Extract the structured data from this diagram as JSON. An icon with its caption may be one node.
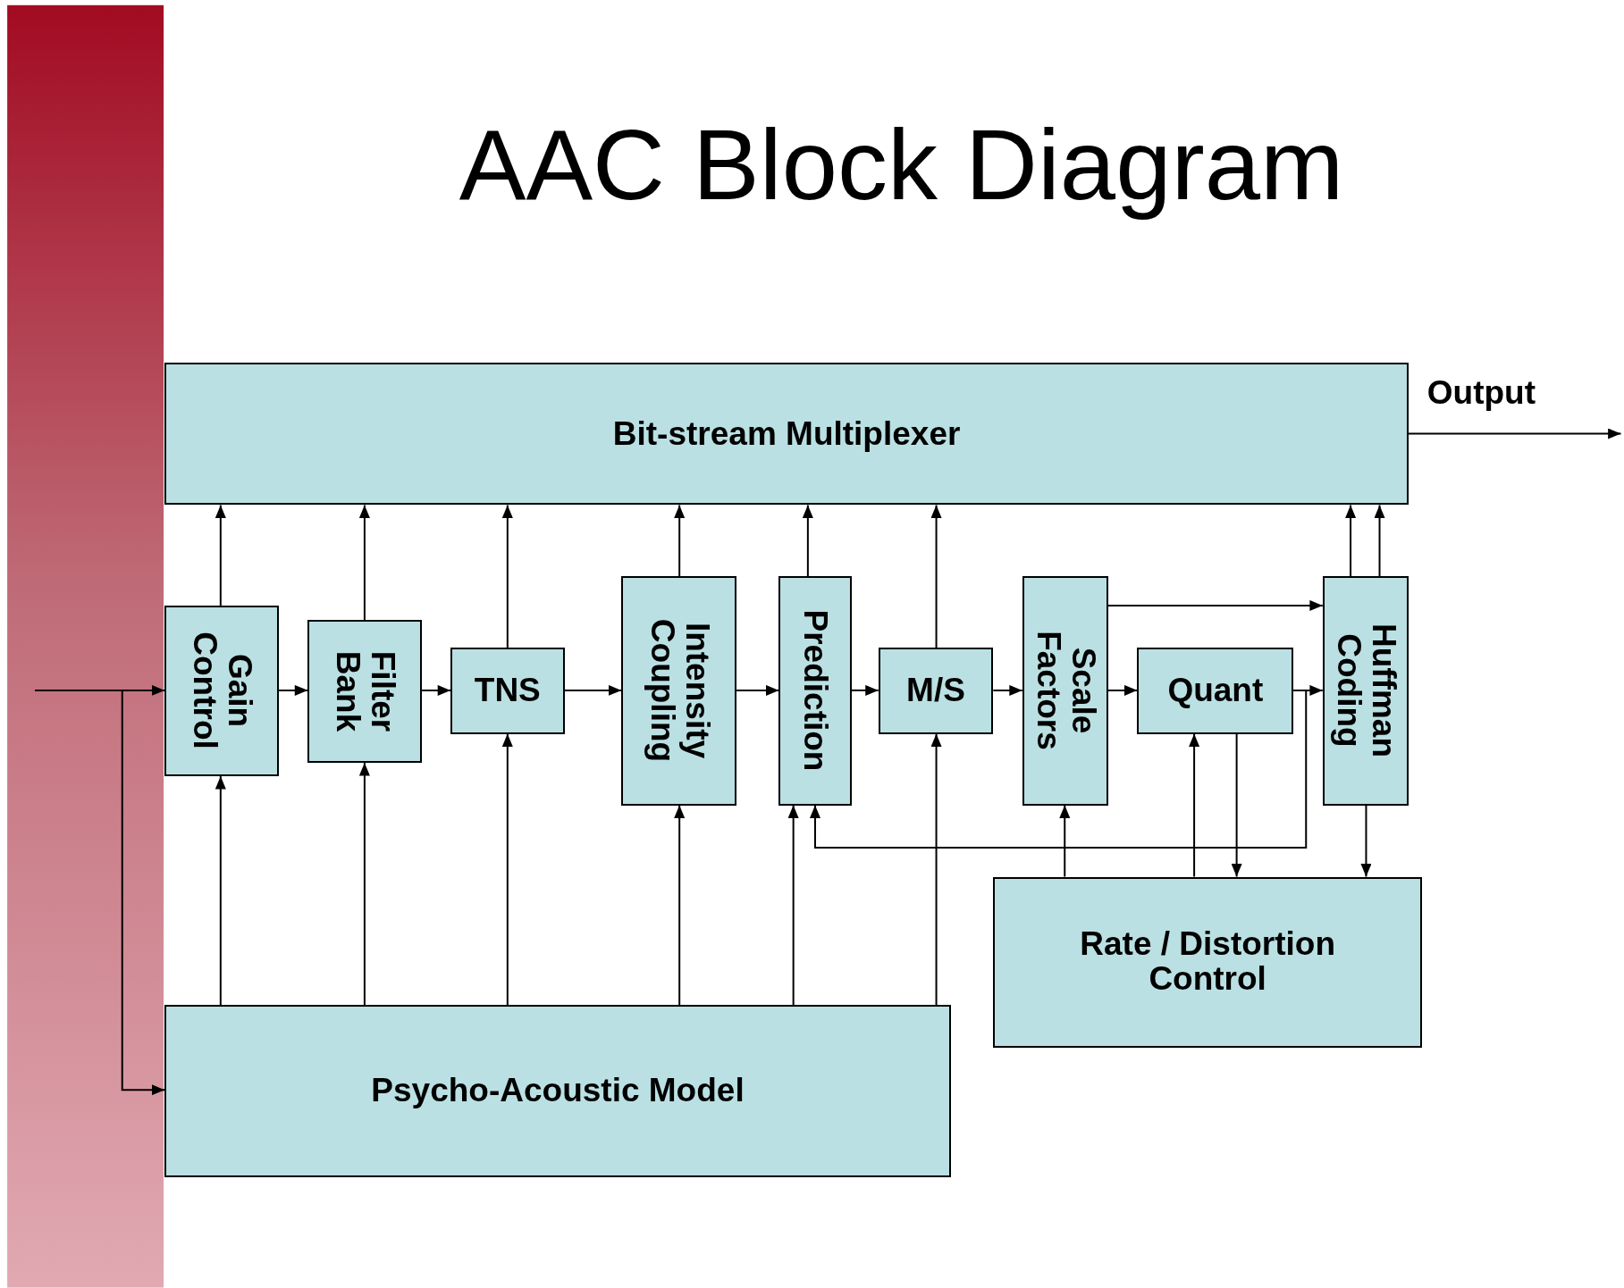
{
  "diagram": {
    "title": "AAC Block Diagram",
    "nodes": [
      {
        "text": [
          "Bit-stream Multiplexer"
        ]
      },
      {
        "text": [
          "Gain Control"
        ]
      },
      {
        "text": [
          "Filter Bank"
        ]
      },
      {
        "text": [
          "TNS"
        ]
      },
      {
        "text": [
          "Intensity Coupling"
        ]
      },
      {
        "text": [
          "Prediction"
        ]
      },
      {
        "text": [
          "M/S"
        ]
      },
      {
        "text": [
          "Scale Factors"
        ]
      },
      {
        "text": [
          "Quant"
        ]
      },
      {
        "text": [
          "Huffman Coding"
        ]
      },
      {
        "text": [
          "Rate / Distortion Control"
        ]
      },
      {
        "text": [
          "Psycho-Acoustic Model"
        ]
      }
    ],
    "edges": [
      {
        "from": 1,
        "to": 0,
        "arrow": "to"
      },
      {
        "from": 2,
        "to": 0,
        "arrow": "to"
      },
      {
        "from": 3,
        "to": 0,
        "arrow": "to"
      },
      {
        "from": 4,
        "to": 0,
        "arrow": "to"
      },
      {
        "from": 5,
        "to": 0,
        "arrow": "to"
      },
      {
        "from": 6,
        "to": 0,
        "arrow": "to"
      },
      {
        "from": 9,
        "to": 0,
        "arrow": "to"
      },
      {
        "from": 9,
        "to": 0,
        "arrow": "to"
      },
      {
        "from": 1,
        "to": 2,
        "arrow": "to"
      },
      {
        "from": 2,
        "to": 3,
        "arrow": "to"
      },
      {
        "from": 3,
        "to": 4,
        "arrow": "to"
      },
      {
        "from": 4,
        "to": 5,
        "arrow": "to"
      },
      {
        "from": 5,
        "to": 6,
        "arrow": "to"
      },
      {
        "from": 6,
        "to": 7,
        "arrow": "to"
      },
      {
        "from": 7,
        "to": 8,
        "arrow": "to"
      },
      {
        "from": 8,
        "to": 9,
        "arrow": "to"
      },
      {
        "from": 7,
        "to": 9,
        "arrow": "to"
      },
      {
        "from": 8,
        "to": 5,
        "arrow": "to"
      },
      {
        "from": 11,
        "to": 1,
        "arrow": "to"
      },
      {
        "from": 11,
        "to": 2,
        "arrow": "to"
      },
      {
        "from": 11,
        "to": 3,
        "arrow": "to"
      },
      {
        "from": 11,
        "to": 4,
        "arrow": "to"
      },
      {
        "from": 11,
        "to": 5,
        "arrow": "to"
      },
      {
        "from": 11,
        "to": 6,
        "arrow": "to"
      },
      {
        "from": 10,
        "to": 7,
        "arrow": "to"
      },
      {
        "from": 10,
        "to": 8,
        "arrow": "to"
      },
      {
        "from": 8,
        "to": 10,
        "arrow": "to"
      },
      {
        "from": 9,
        "to": 10,
        "arrow": "to"
      },
      {
        "from": null,
        "to": 1,
        "arrow": "to"
      },
      {
        "from": null,
        "to": 11,
        "arrow": "to"
      },
      {
        "from": 0,
        "to": null,
        "arrow": "to",
        "label": "Output"
      }
    ]
  }
}
